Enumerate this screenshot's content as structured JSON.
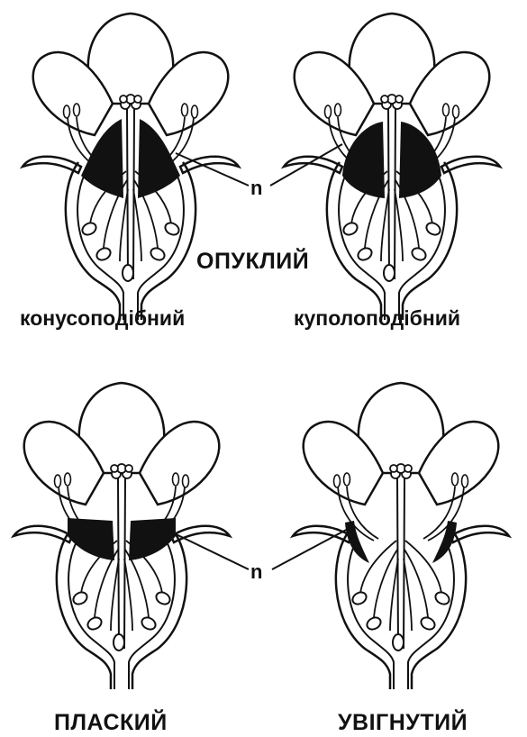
{
  "labels": {
    "convex": "ОПУКЛИЙ",
    "conical": "конусоподібний",
    "dome": "куполоподібний",
    "flat": "ПЛАСКИЙ",
    "concave": "УВІГНУТИЙ",
    "pointer_top": "n",
    "pointer_bottom": "n"
  },
  "colors": {
    "ink": "#111111",
    "paper": "#ffffff"
  },
  "flowers": [
    {
      "id": "conical",
      "receptacle_shape": "cone"
    },
    {
      "id": "dome",
      "receptacle_shape": "dome"
    },
    {
      "id": "flat",
      "receptacle_shape": "flat"
    },
    {
      "id": "concave",
      "receptacle_shape": "concave"
    }
  ]
}
